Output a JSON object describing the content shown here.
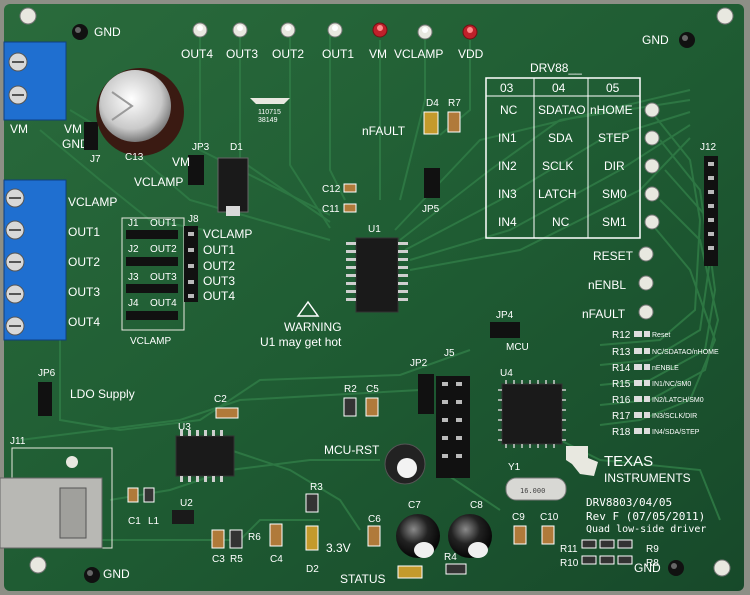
{
  "board": {
    "part_title": "DRV88__",
    "revision_title": "DRV8803/04/05",
    "revision": "Rev F (07/05/2011)",
    "subtitle": "Quad low-side driver"
  },
  "brand": {
    "line1": "TEXAS",
    "line2": "INSTRUMENTS"
  },
  "test_points": [
    "OUT4",
    "OUT3",
    "OUT2",
    "OUT1",
    "VM",
    "VCLAMP",
    "VDD"
  ],
  "gnd": {
    "top_left": "GND",
    "top_right": "GND",
    "bottom_left": "GND",
    "bottom_right": "GND"
  },
  "terminals": {
    "vm_block": [
      "VM",
      "GND"
    ],
    "out_block": [
      "VCLAMP",
      "OUT1",
      "OUT2",
      "OUT3",
      "OUT4"
    ]
  },
  "jumpers": {
    "j1": "J1",
    "j2": "J2",
    "j3": "J3",
    "j4": "J4",
    "outs": [
      "OUT1",
      "OUT2",
      "OUT3",
      "OUT4"
    ],
    "vclamp": "VCLAMP",
    "jp3": "JP3",
    "jp5": "JP5",
    "jp4": "JP4",
    "jp6": "JP6",
    "jp2": "JP2",
    "j5": "J5",
    "j7": "J7",
    "j8": "J8",
    "j11": "J11",
    "j12": "J12"
  },
  "j8_labels": [
    "VCLAMP",
    "OUT1",
    "OUT2",
    "OUT3",
    "OUT4"
  ],
  "table": {
    "headers": [
      "03",
      "04",
      "05"
    ],
    "rows": [
      [
        "NC",
        "SDATAO",
        "nHOME"
      ],
      [
        "IN1",
        "SDA",
        "STEP"
      ],
      [
        "IN2",
        "SCLK",
        "DIR"
      ],
      [
        "IN3",
        "LATCH",
        "SM0"
      ],
      [
        "IN4",
        "NC",
        "SM1"
      ]
    ]
  },
  "side_labels": [
    "RESET",
    "nENBL",
    "nFAULT"
  ],
  "labels": {
    "nfault": "nFAULT",
    "warning": "WARNING",
    "warning_sub": "U1 may get hot",
    "ldo": "LDO Supply",
    "mcu_rst": "MCU-RST",
    "v33": "3.3V",
    "status": "STATUS",
    "mcu": "MCU",
    "vclamp_left": "VCLAMP",
    "vm_jp3": "VM"
  },
  "logo": {
    "line1": "110715",
    "line2": "38149"
  },
  "crystal": "16.000",
  "refdes": {
    "c13": "C13",
    "d1": "D1",
    "c12": "C12",
    "c11": "C11",
    "u1": "U1",
    "d4": "D4",
    "r7": "R7",
    "r2": "R2",
    "c5": "C5",
    "c2": "C2",
    "u3": "U3",
    "u2": "U2",
    "u4": "U4",
    "y1": "Y1",
    "r3": "R3",
    "d2": "D2",
    "c6": "C6",
    "c7": "C7",
    "c8": "C8",
    "c9": "C9",
    "c10": "C10",
    "r4": "R4",
    "r5": "R5",
    "r6": "R6",
    "c3": "C3",
    "c4": "C4",
    "c1": "C1",
    "l1": "L1",
    "r11": "R11",
    "r10": "R10",
    "r9": "R9",
    "r8": "R8"
  },
  "led_rows": [
    {
      "ref": "R12",
      "note": "Reset"
    },
    {
      "ref": "R13",
      "note": "NC/SDATAO/nHOME"
    },
    {
      "ref": "R14",
      "note": "nENBLE"
    },
    {
      "ref": "R15",
      "note": "IN1/NC/SM0"
    },
    {
      "ref": "R16",
      "note": "IN2/LATCH/SM0"
    },
    {
      "ref": "R17",
      "note": "IN3/SCLK/DIR"
    },
    {
      "ref": "R18",
      "note": "IN4/SDA/STEP"
    }
  ],
  "colors": {
    "pcb": "#1f5c33",
    "terminal": "#1f6fd0",
    "silk": "#ffffff"
  }
}
